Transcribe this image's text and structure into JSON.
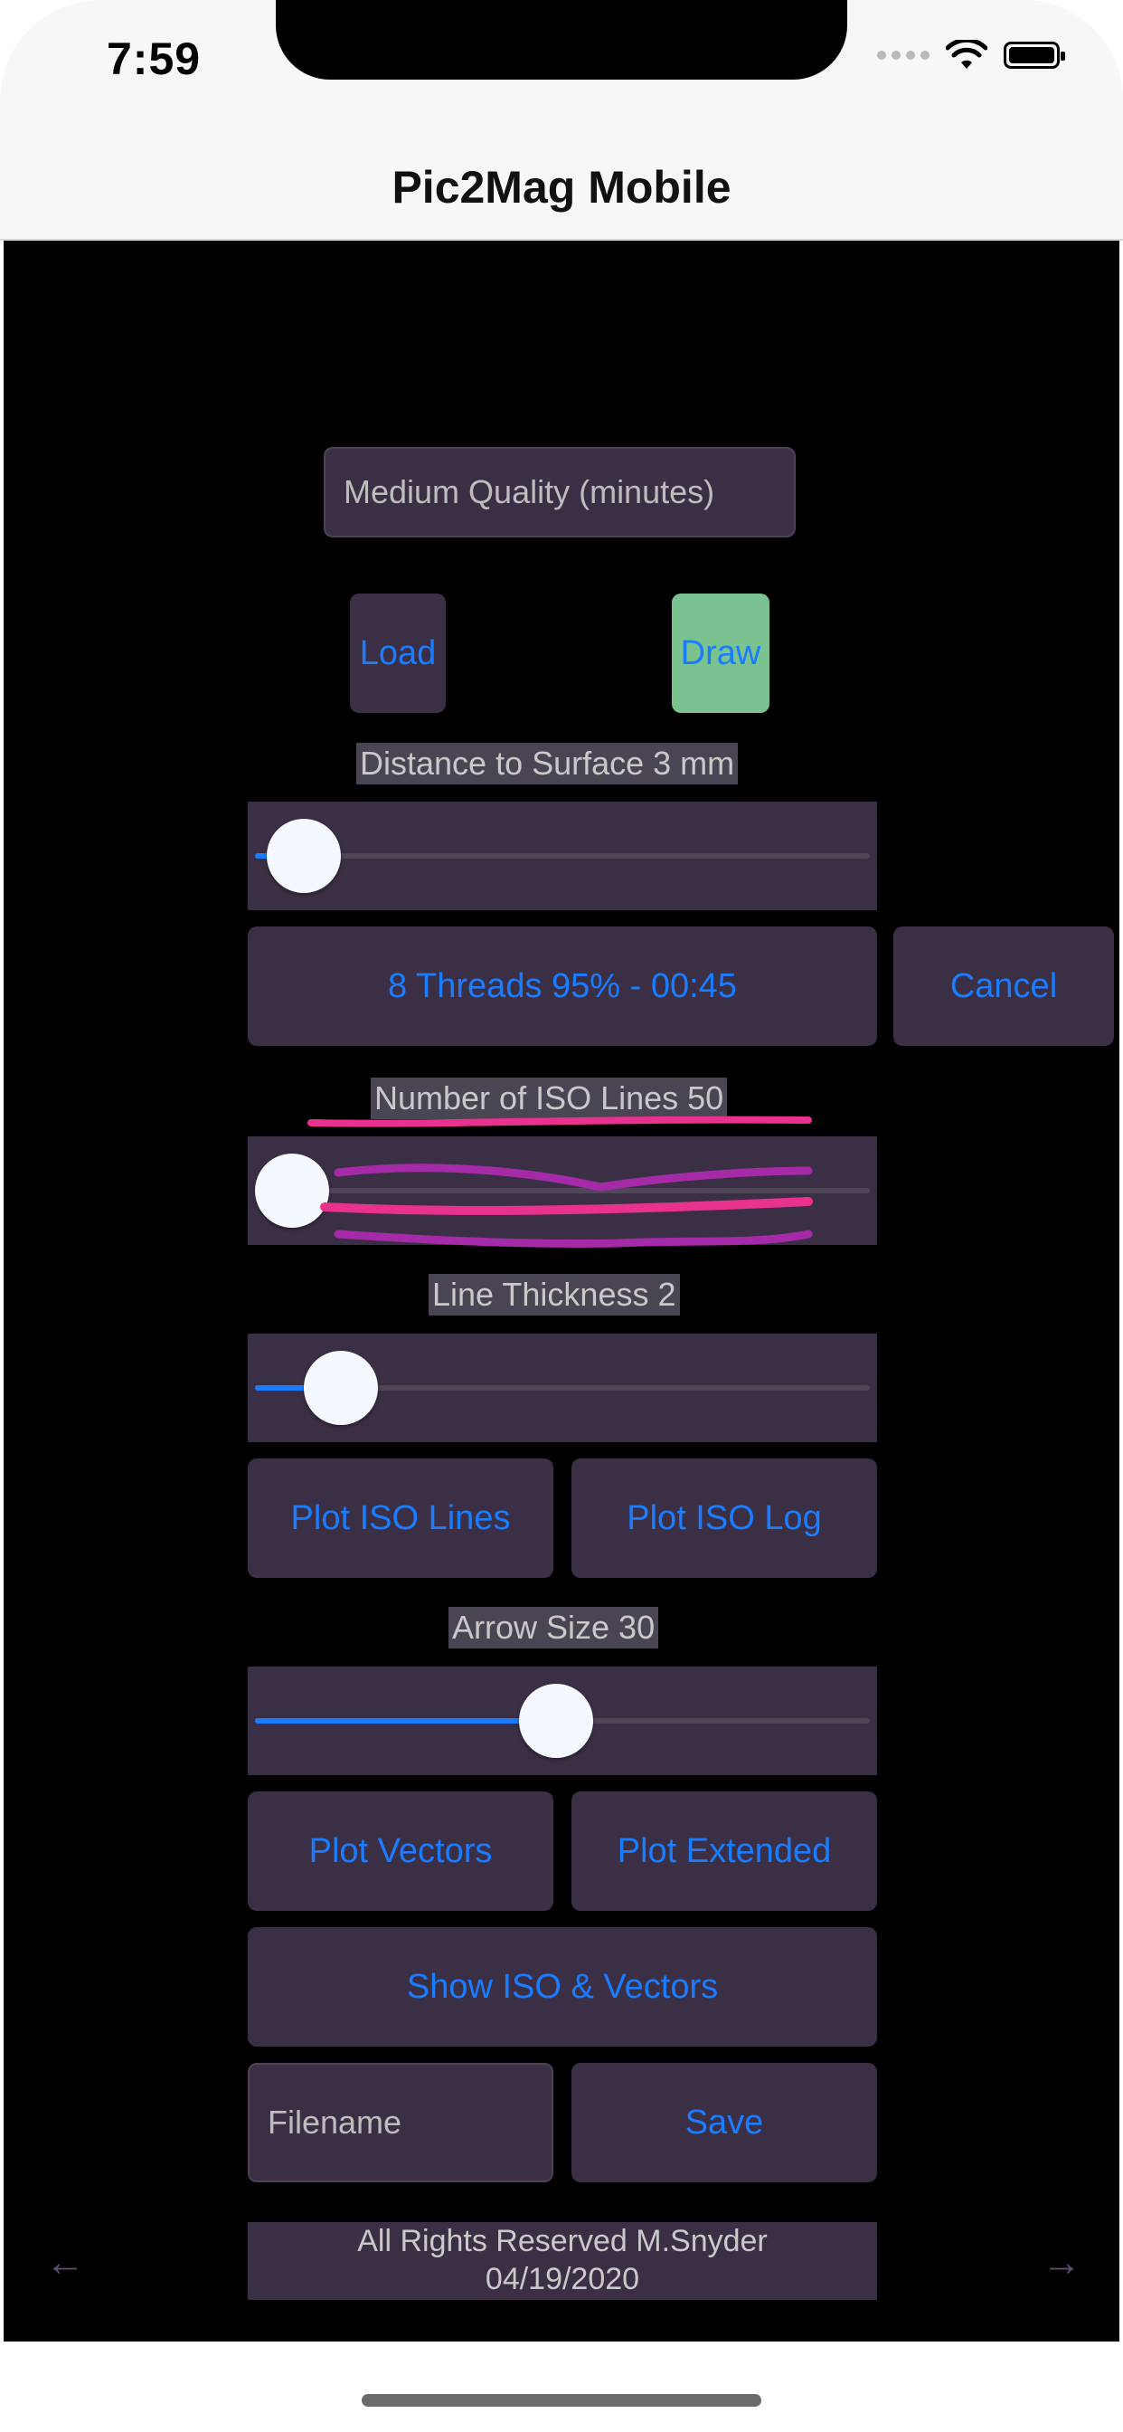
{
  "status_bar": {
    "time": "7:59",
    "icons": [
      "signal-dots-icon",
      "wifi-icon",
      "battery-icon"
    ]
  },
  "nav": {
    "title": "Pic2Mag Mobile"
  },
  "quality_select": {
    "value": "Medium Quality (minutes)"
  },
  "buttons": {
    "load": "Load",
    "draw": "Draw",
    "threads": "8 Threads 95% - 00:45",
    "cancel": "Cancel",
    "plot_iso_lines": "Plot ISO Lines",
    "plot_iso_log": "Plot ISO Log",
    "plot_vectors": "Plot Vectors",
    "plot_extended": "Plot Extended",
    "show_iso_vectors": "Show ISO & Vectors",
    "save": "Save"
  },
  "sliders": {
    "distance": {
      "label": "Distance to Surface  3 mm",
      "fraction": 0.08
    },
    "iso_lines": {
      "label": "Number of ISO Lines  50",
      "fraction": 0.06
    },
    "thickness": {
      "label": "Line Thickness  2",
      "fraction": 0.14
    },
    "arrow": {
      "label": "Arrow Size  30",
      "fraction": 0.49
    }
  },
  "filename": {
    "placeholder": "Filename"
  },
  "footer": {
    "line1": "All Rights Reserved M.Snyder",
    "line2": "04/19/2020"
  },
  "nav_arrows": {
    "back": "←",
    "forward": "→"
  },
  "colors": {
    "accent": "#1a7cff",
    "panel": "#3b2f45",
    "draw_button": "#7ac28f",
    "annotation_pink": "#e8328e",
    "annotation_purple": "#a42aa8"
  }
}
